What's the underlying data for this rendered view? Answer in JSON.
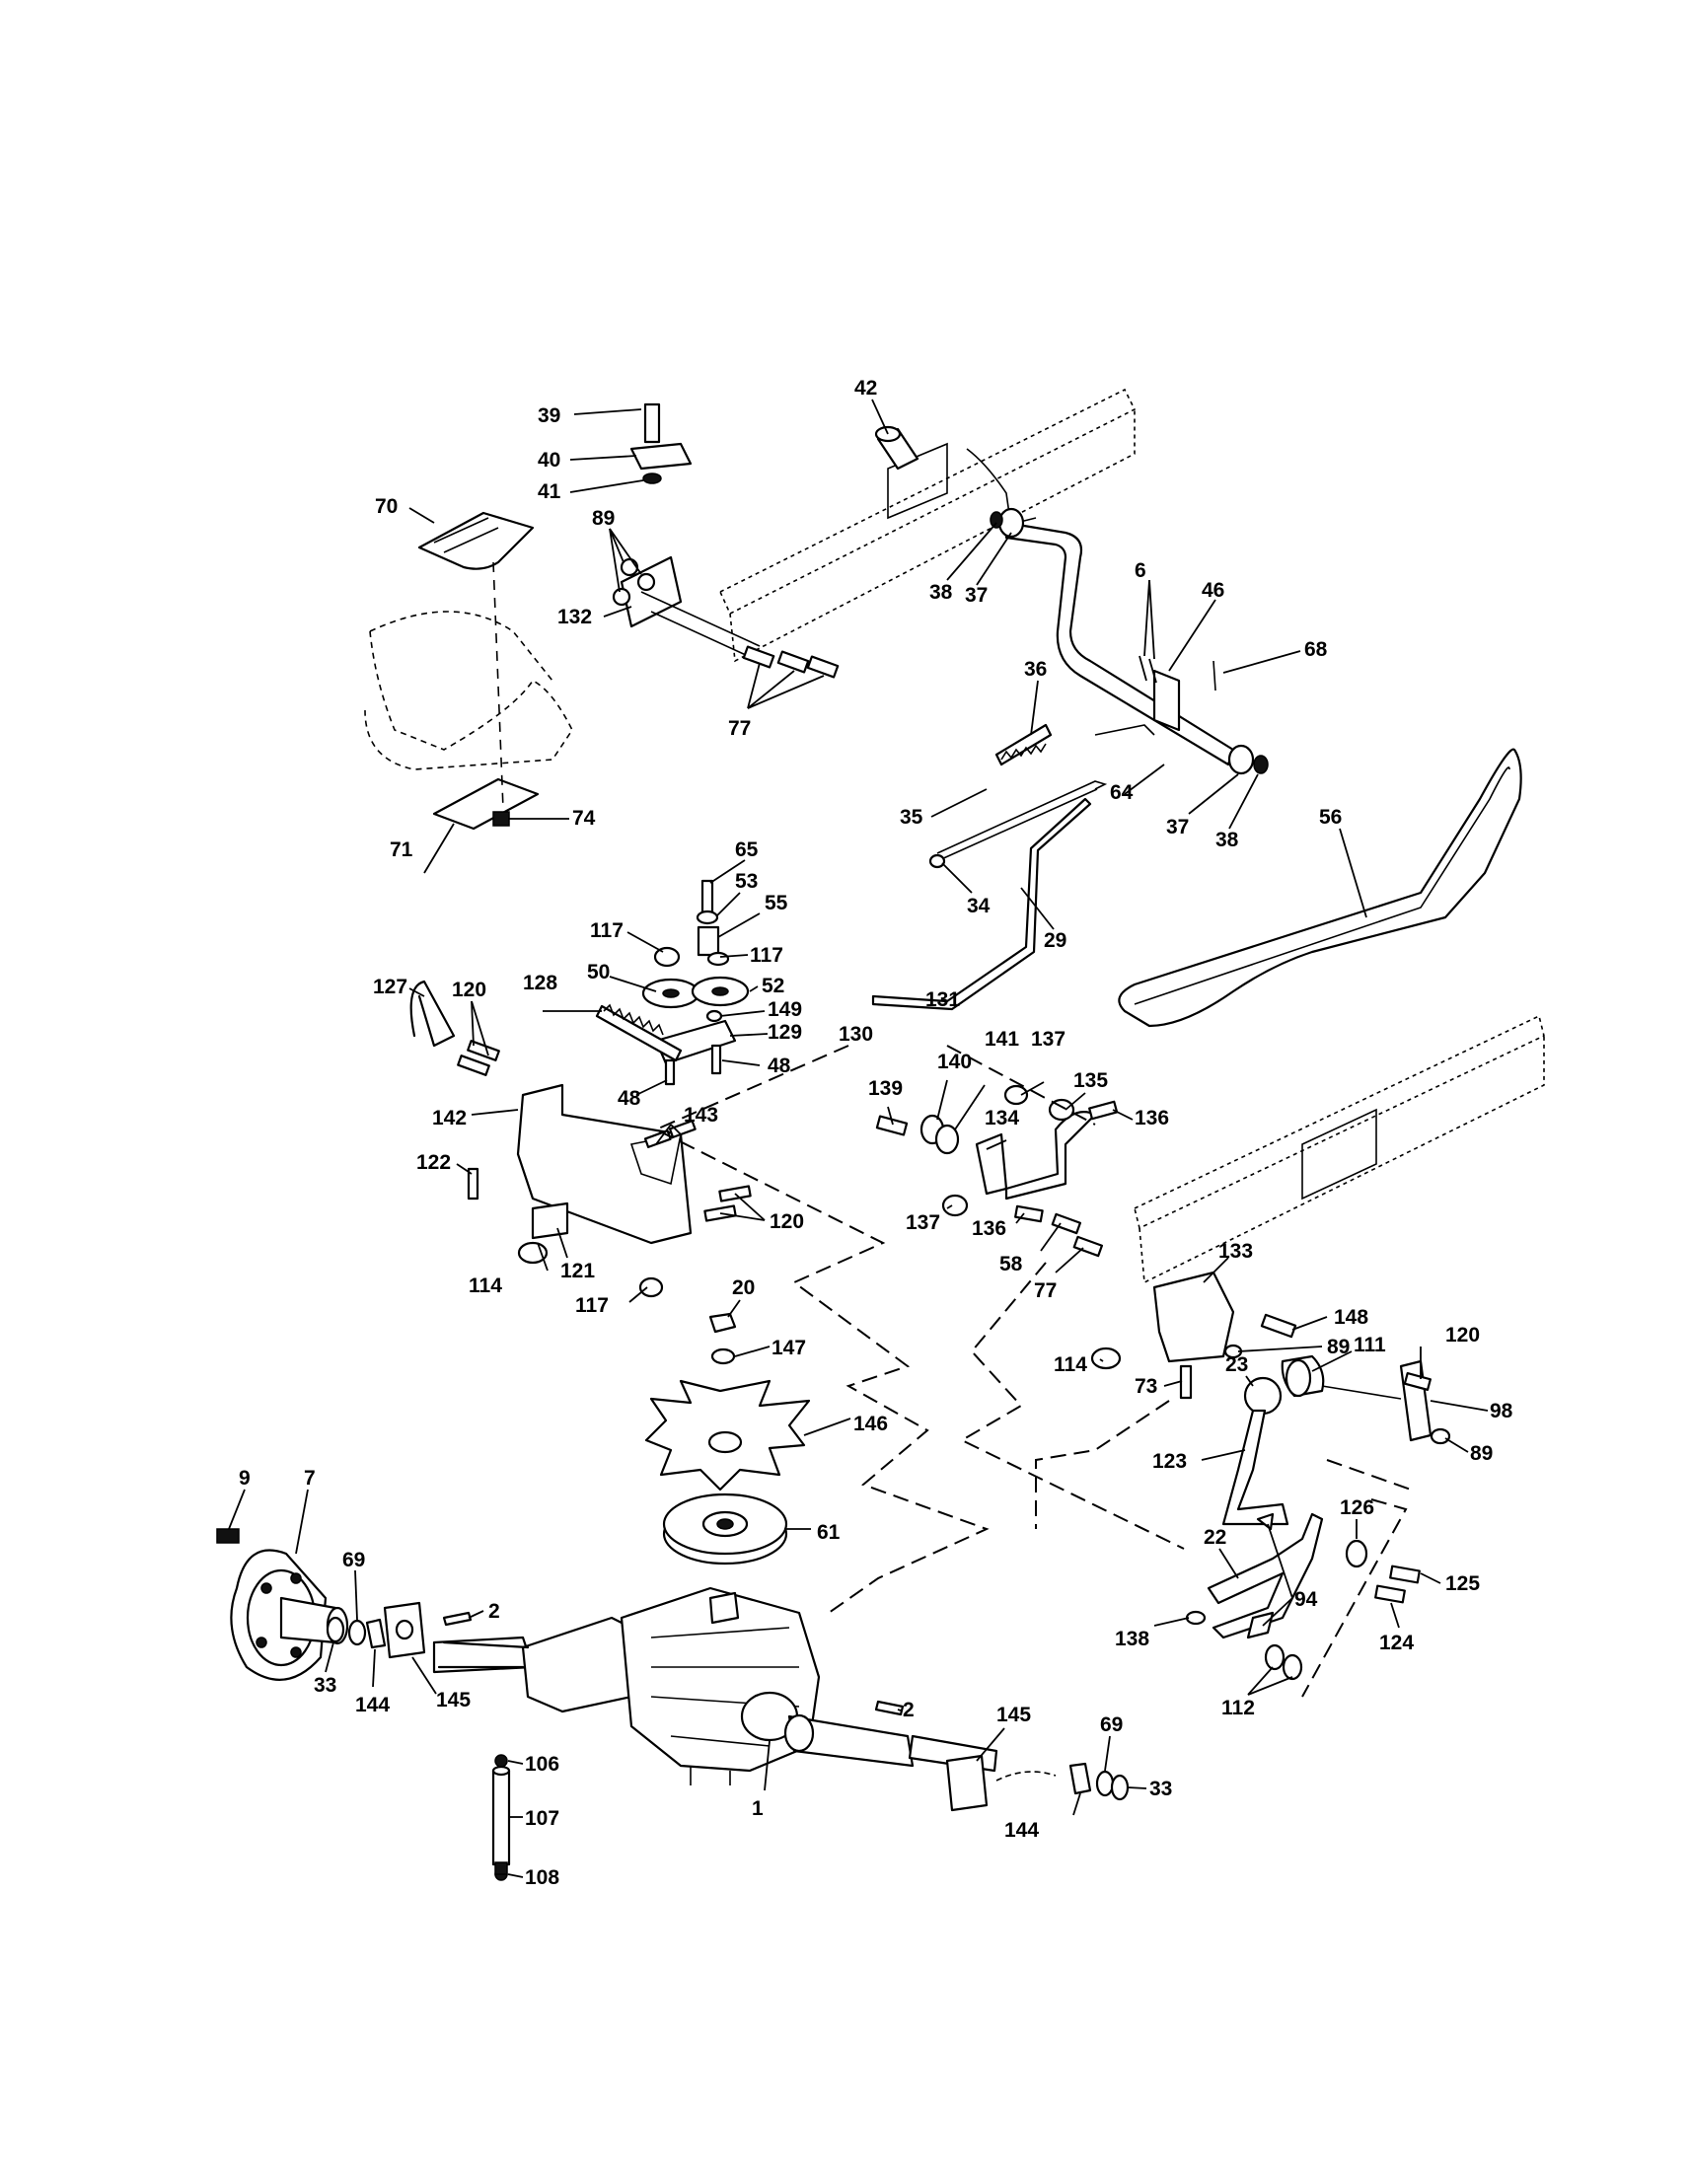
{
  "diagram": {
    "callouts": [
      "1",
      "2",
      "6",
      "7",
      "9",
      "20",
      "22",
      "23",
      "29",
      "33",
      "34",
      "35",
      "36",
      "37",
      "38",
      "39",
      "40",
      "41",
      "42",
      "46",
      "48",
      "50",
      "52",
      "53",
      "55",
      "56",
      "58",
      "61",
      "64",
      "65",
      "68",
      "69",
      "70",
      "71",
      "73",
      "74",
      "77",
      "89",
      "94",
      "98",
      "106",
      "107",
      "108",
      "111",
      "112",
      "114",
      "117",
      "120",
      "121",
      "122",
      "123",
      "124",
      "125",
      "126",
      "127",
      "128",
      "129",
      "130",
      "131",
      "132",
      "133",
      "134",
      "135",
      "136",
      "137",
      "138",
      "139",
      "140",
      "141",
      "142",
      "143",
      "144",
      "145",
      "146",
      "147",
      "148",
      "149"
    ]
  }
}
